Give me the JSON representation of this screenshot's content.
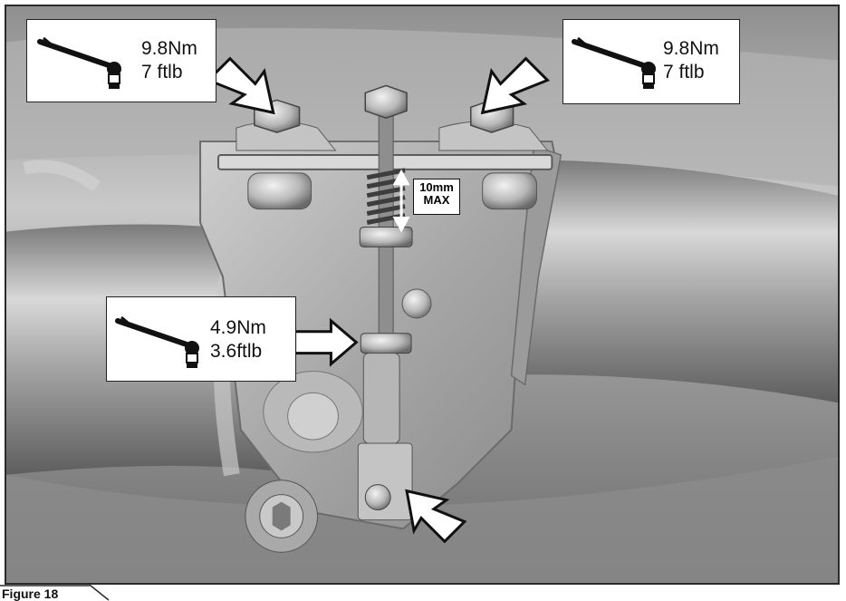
{
  "figure_caption": "Figure 18",
  "callouts": [
    {
      "id": "top-left",
      "torque_nm": "9.8Nm",
      "torque_ftlb": "7 ftlb",
      "icon": "torque-wrench-icon"
    },
    {
      "id": "top-right",
      "torque_nm": "9.8Nm",
      "torque_ftlb": "7 ftlb",
      "icon": "torque-wrench-icon"
    },
    {
      "id": "middle-left",
      "torque_nm": "4.9Nm",
      "torque_ftlb": "3.6ftlb",
      "icon": "torque-wrench-icon"
    }
  ],
  "spring_gap_label": {
    "line1": "10mm",
    "line2": "MAX"
  },
  "colors": {
    "arrow_fill": "#ffffff",
    "arrow_outline": "#111111",
    "metal": "#a9a9a9"
  }
}
